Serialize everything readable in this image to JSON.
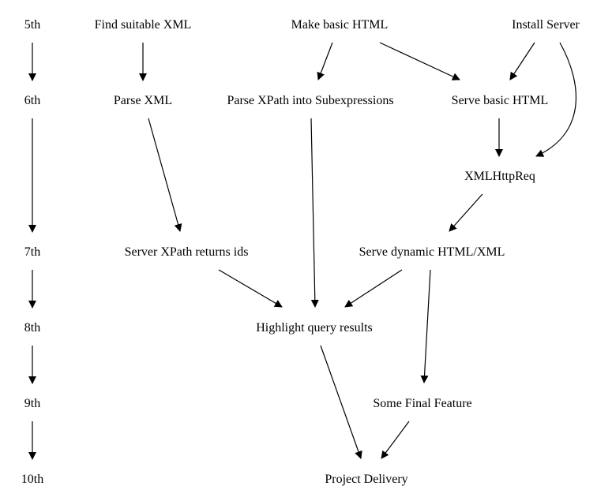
{
  "diagram": {
    "timeline": {
      "week5": "5th",
      "week6": "6th",
      "week7": "7th",
      "week8": "8th",
      "week9": "9th",
      "week10": "10th"
    },
    "tasks": {
      "find_xml": "Find suitable XML",
      "make_html": "Make basic HTML",
      "install_server": "Install Server",
      "parse_xml": "Parse XML",
      "parse_xpath": "Parse XPath into Subexpressions",
      "serve_basic_html": "Serve basic HTML",
      "xmlhttpreq": "XMLHttpReq",
      "server_xpath": "Server XPath returns ids",
      "serve_dynamic": "Serve dynamic HTML/XML",
      "highlight": "Highlight query results",
      "final_feature": "Some Final Feature",
      "delivery": "Project Delivery"
    }
  }
}
